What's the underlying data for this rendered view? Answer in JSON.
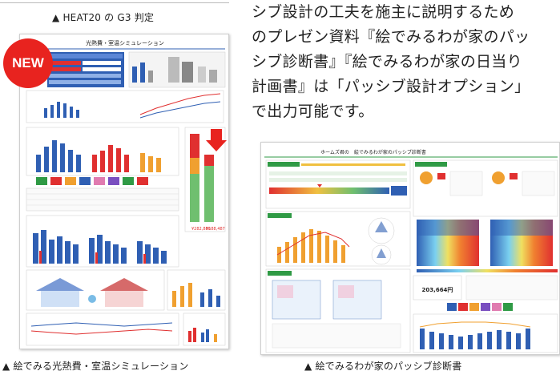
{
  "captions": {
    "top_left": "▲ HEAT20 の G3 判定",
    "bottom_left": "▲ 絵でみる光熱費・室温シミュレーション",
    "bottom_right": "▲ 絵でみるわが家のパッシブ診断書"
  },
  "paragraph": {
    "lines": [
      "シブ設計の工夫を施主に説明するため",
      "のプレゼン資料『絵でみるわが家のパッ",
      "シブ診断書』『絵でみるわが家の日当り",
      "計画書』は「パッシブ設計オプション」",
      "で出力可能です。"
    ]
  },
  "badge": {
    "label": "NEW",
    "color": "#e8231f"
  },
  "left_doc": {
    "title": "光熱費・室温シミュレーション",
    "values": [
      "¥282,880",
      "¥188,487"
    ]
  },
  "right_doc": {
    "title": "ホームズ君の　絵でみるわが家のパッシブ診断書",
    "value": "203,664円"
  },
  "colors": {
    "accent_blue": "#2f5fb3",
    "accent_orange": "#f0a030",
    "accent_red": "#e03030",
    "accent_green": "#2f9a45"
  }
}
